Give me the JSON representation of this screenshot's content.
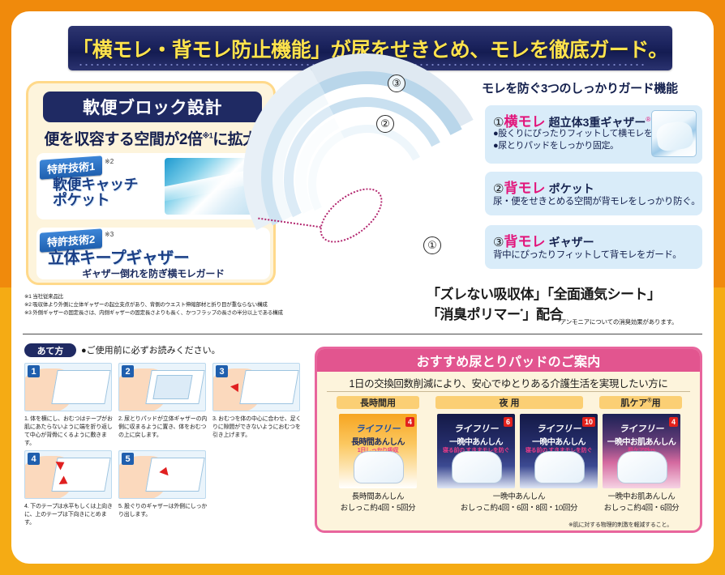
{
  "headline": {
    "text": "「横モレ・背モレ防止機能」が尿をせきとめ、モレを徹底ガード。"
  },
  "left_panel": {
    "title": "軟便ブロック設計",
    "subtitle_pre": "便を収容する空間が2倍",
    "subtitle_note": "※1",
    "subtitle_post": "に拡大!",
    "patents": [
      {
        "badge": "特許技術1",
        "note": "※2",
        "label_line1": "軟便キャッチ",
        "label_line2": "ポケット"
      },
      {
        "badge": "特許技術2",
        "note": "※3",
        "label_line1": "立体キープギャザー",
        "label_line2": ""
      }
    ],
    "footer": "ギャザー倒れを防ぎ横モレガード"
  },
  "footnotes": [
    "※1 当社従来品比",
    "※2 吸収体より外側に立体ギャザーの起立支点があり、背側のウエスト伸縮部材と折り目が重ならない構成",
    "※3 外側ギャザーの固定長さは、内側ギャザーの固定長さよりも長く、かつフラップの長さの半分以上である構成"
  ],
  "illustration": {
    "callouts": [
      "①",
      "②",
      "③"
    ]
  },
  "right_panel": {
    "title": "モレを防ぐ3つのしっかりガード機能",
    "items": [
      {
        "num": "①",
        "keyword": "横モレ",
        "tail": "超立体3重ギャザー",
        "tail_note": "®",
        "bullets": [
          "●股くりにぴったりフィットして横モレを防ぐ。",
          "●尿とりパッドをしっかり固定。"
        ],
        "desc": ""
      },
      {
        "num": "②",
        "keyword": "背モレ",
        "tail": "ポケット",
        "tail_note": "",
        "bullets": [],
        "desc": "尿・便をせきとめる空間が背モレをしっかり防ぐ。"
      },
      {
        "num": "③",
        "keyword": "背モレ",
        "tail": "ギャザー",
        "tail_note": "",
        "bullets": [],
        "desc": "背中にぴったりフィットして背モレをガード。"
      }
    ]
  },
  "features": {
    "line1": "「ズレない吸収体」「全面通気シート」",
    "line2_pre": "「消臭ポリマー",
    "line2_note": "*",
    "line2_post": "」配合",
    "note": "*アンモニアについての消臭効果があります。"
  },
  "howto": {
    "badge": "あて方",
    "note": "●ご使用前に必ずお読みください。",
    "steps": [
      {
        "num": "1",
        "text": "1. 体を横にし、おむつはテープがお肌にあたらないように端を折り返して中心が背骨にくるように敷きます。"
      },
      {
        "num": "2",
        "text": "2. 尿とりパッドが立体ギャザーの内側に収まるように置き、体をおむつの上に戻します。"
      },
      {
        "num": "3",
        "text": "3. おむつを体の中心に合わせ、足くりに隙間ができないようにおむつを引き上げます。"
      },
      {
        "num": "4",
        "text": "4. 下のテープは水平もしくは上向きに、上のテープは下向きにとめます。"
      },
      {
        "num": "5",
        "text": "5. 股ぐりのギャザーは外側にしっかり出します。"
      }
    ]
  },
  "recommend": {
    "title": "おすすめ尿とりパッドのご案内",
    "lead": "1日の交換回数削減により、安心でゆとりある介護生活を実現したい方に",
    "categories": [
      {
        "label": "長時間用",
        "note": ""
      },
      {
        "label": "夜 用",
        "note": ""
      },
      {
        "label": "肌ケア",
        "note": "®",
        "label_tail": "用"
      }
    ],
    "products": [
      {
        "brand": "ライフリー",
        "name": "長時間あんしん",
        "sub": "1日しっかり吸収",
        "count": "4",
        "count_unit": "回分"
      },
      {
        "brand": "ライフリー",
        "name": "一晩中あんしん",
        "sub": "寝る前の すきまモレを防ぐ",
        "count": "6",
        "count_unit": "回分"
      },
      {
        "brand": "ライフリー",
        "name": "一晩中あんしん",
        "sub": "寝る前の すきまモレを防ぐ",
        "count": "10",
        "count_unit": "回分"
      },
      {
        "brand": "ライフリー",
        "name": "一晩中お肌あんしん",
        "sub": "肌ケアPlus",
        "count": "4",
        "count_unit": "回分"
      }
    ],
    "captions": [
      {
        "line1": "長時間あんしん",
        "line2": "おしっこ約4回・5回分"
      },
      {
        "line1": "一晩中あんしん",
        "line2": "おしっこ約4回・6回・8回・10回分"
      },
      {
        "line1": "一晩中お肌あんしん",
        "line2": "おしっこ約4回・6回分"
      }
    ],
    "footnote": "※肌に対する物理的刺激を軽減すること。"
  },
  "colors": {
    "frame_orange": "#f08a0c",
    "frame_gold": "#f5ab14",
    "navy": "#1f2a63",
    "yellow_text": "#ffe34d",
    "pink": "#e2558f",
    "magenta": "#e2157b",
    "cream": "#fdf4dc",
    "light_blue": "#d9ecf9"
  }
}
